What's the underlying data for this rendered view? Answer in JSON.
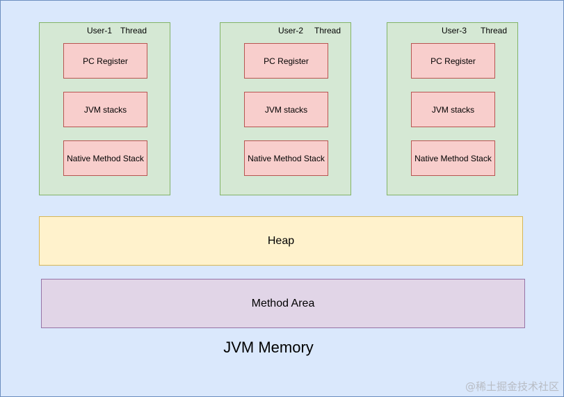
{
  "threads": [
    {
      "user": "User-1",
      "label": "Thread",
      "pc_register": "PC Register",
      "jvm_stacks": "JVM stacks",
      "native_stack": "Native Method Stack"
    },
    {
      "user": "User-2",
      "label": "Thread",
      "pc_register": "PC Register",
      "jvm_stacks": "JVM stacks",
      "native_stack": "Native Method Stack"
    },
    {
      "user": "User-3",
      "label": "Thread",
      "pc_register": "PC Register",
      "jvm_stacks": "JVM stacks",
      "native_stack": "Native Method Stack"
    }
  ],
  "heap": "Heap",
  "method_area": "Method Area",
  "caption": "JVM Memory",
  "watermark": "@稀土掘金技术社区",
  "colors": {
    "background": "#dae8fc",
    "thread_fill": "#d5e8d4",
    "thread_border": "#82b366",
    "region_fill": "#f8cecc",
    "region_border": "#b85450",
    "heap_fill": "#fff2cc",
    "heap_border": "#d6b656",
    "method_fill": "#e1d5e7",
    "method_border": "#9673a6"
  }
}
